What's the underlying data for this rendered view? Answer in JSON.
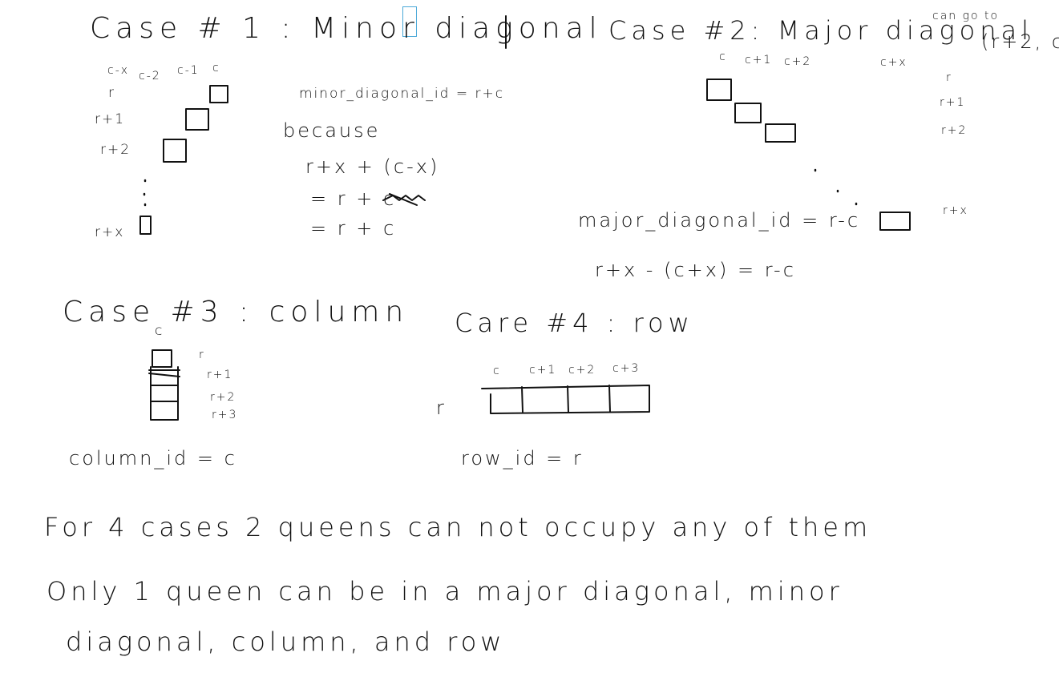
{
  "ink_color": "#111111",
  "selection_color": "#4aa8d8",
  "case1": {
    "title": "Case # 1 : Minor diagonal",
    "col_labels": [
      "c-x",
      "c-2",
      "c-1",
      "c"
    ],
    "row_labels": [
      "r",
      "r+1",
      "r+2",
      "r+x"
    ],
    "formula": "minor_diagonal_id = r+c",
    "because": "because",
    "step1": "r+x + (c-x)",
    "step2": "= r + c",
    "step3": "= r + c"
  },
  "case2": {
    "title": "Case #2: Major diagonal",
    "note_line1": "can go to",
    "note_line2": "(r+2, c",
    "col_labels": [
      "c",
      "c+1",
      "c+2",
      "c+x"
    ],
    "row_labels": [
      "r",
      "r+1",
      "r+2",
      "r+x"
    ],
    "formula": "major_diagonal_id = r-c",
    "proof": "r+x - (c+x) = r-c"
  },
  "case3": {
    "title": "Case #3 : column",
    "col_label": "c",
    "row_labels": [
      "r",
      "r+1",
      "r+2",
      "r+3"
    ],
    "formula": "column_id = c"
  },
  "case4": {
    "title": "Care #4 : row",
    "col_labels": [
      "c",
      "c+1",
      "c+2",
      "c+3"
    ],
    "row_label": "r",
    "formula": "row_id = r"
  },
  "conclusion": {
    "line1": "For 4 cases 2 queens can not occupy any of them",
    "line2": "Only 1 queen can be in a major diagonal, minor",
    "line3": "diagonal, column, and row"
  }
}
